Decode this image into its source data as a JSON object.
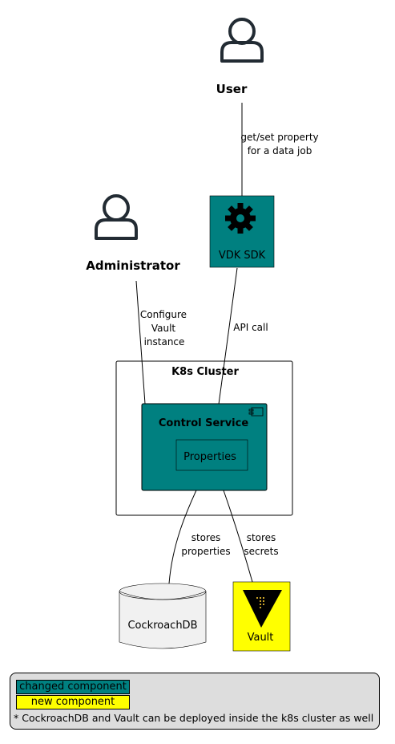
{
  "actors": {
    "user": "User",
    "administrator": "Administrator"
  },
  "nodes": {
    "vdk_sdk": "VDK SDK",
    "k8s_cluster": "K8s Cluster",
    "control_service": "Control Service",
    "properties": "Properties",
    "cockroachdb": "CockroachDB",
    "vault": "Vault"
  },
  "edges": {
    "user_sdk": [
      "get/set property",
      "for a data job"
    ],
    "sdk_properties": [
      "API call"
    ],
    "admin_properties": [
      "Configure",
      "Vault",
      "instance"
    ],
    "properties_db": [
      "stores",
      "properties"
    ],
    "properties_vault": [
      "stores",
      "secrets"
    ]
  },
  "legend": {
    "changed": "changed component",
    "new": "new component",
    "note": "* CockroachDB and Vault can be deployed inside the k8s cluster as well"
  },
  "colors": {
    "changed": "#008080",
    "new": "#ffff00",
    "actor_stroke": "#222b33",
    "legend_bg": "#dddddd",
    "db_fill": "#f1f1f1"
  },
  "icons": {
    "user": "person-icon",
    "administrator": "person-icon",
    "vdk_sdk": "gear-icon",
    "control_service": "component-icon",
    "vault": "vault-triangle-icon"
  }
}
